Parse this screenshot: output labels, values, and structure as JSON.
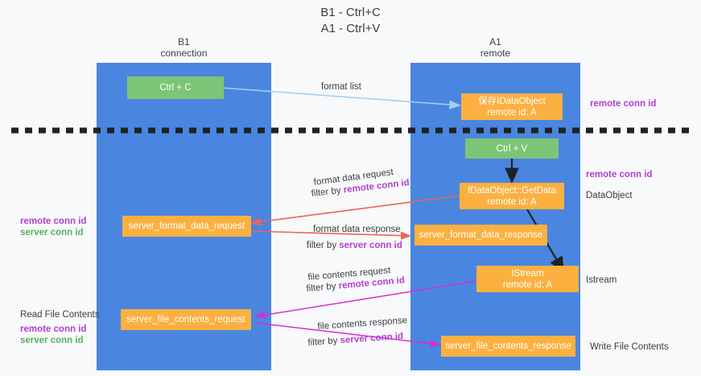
{
  "title": {
    "line1": "B1 - Ctrl+C",
    "line2": "A1 - Ctrl+V"
  },
  "columns": [
    {
      "name": "B1",
      "sub": "connection"
    },
    {
      "name": "A1",
      "sub": "remote"
    }
  ],
  "boxes": {
    "ctrl_c": {
      "line1": "Ctrl + C",
      "line2": ""
    },
    "save_idataobj": {
      "line1": "保存IDataObject",
      "line2": "remote id: A"
    },
    "ctrl_v": {
      "line1": "Ctrl + V",
      "line2": ""
    },
    "getdata": {
      "line1": "IDataObject::GetData",
      "line2": "remote id: A"
    },
    "fmt_req": {
      "line1": "server_format_data_request",
      "line2": ""
    },
    "fmt_resp": {
      "line1": "server_format_data_response",
      "line2": ""
    },
    "istream": {
      "line1": "IStream",
      "line2": "remote id: A"
    },
    "file_req": {
      "line1": "server_file_contents_request",
      "line2": ""
    },
    "file_resp": {
      "line1": "server_file_contents_response",
      "line2": ""
    }
  },
  "right_labels": {
    "remote_conn_id_top": "remote conn id",
    "remote_conn_id_mid": "remote conn id",
    "dataobject": "DataObject",
    "istream": "Istream",
    "write_file_contents": "Write File Contents"
  },
  "left_labels": {
    "remote_conn_id_mid": "remote conn id",
    "server_conn_id_mid": "server conn id",
    "read_file_contents": "Read File Contents",
    "remote_conn_id_bot": "remote conn id",
    "server_conn_id_bot": "server conn id"
  },
  "captions": {
    "format_list": "format list",
    "fmt_req_l1": "format data request",
    "fmt_req_l2a": "filter by ",
    "fmt_req_l2b": "remote conn id",
    "fmt_resp_l1": "format data response",
    "fmt_resp_l2a": "filter by ",
    "fmt_resp_l2b": "server conn id",
    "file_req_l1": "file contents request",
    "file_req_l2a": "filter by ",
    "file_req_l2b": "remote conn id",
    "file_resp_l1": "file contents response",
    "file_resp_l2a": "filter by ",
    "file_resp_l2b": "server conn id"
  },
  "colors": {
    "lane": "#4a86df",
    "green_box": "#7cc576",
    "orange_box": "#fbb040",
    "purple_text": "#b23fd0",
    "green_text": "#57b35a",
    "dark_text": "#3c4043",
    "arrow_blue": "#a8cdf0",
    "arrow_red": "#e8645c",
    "arrow_pink": "#d62fd0",
    "arrow_black": "#202124",
    "background": "#f8f9fa"
  }
}
